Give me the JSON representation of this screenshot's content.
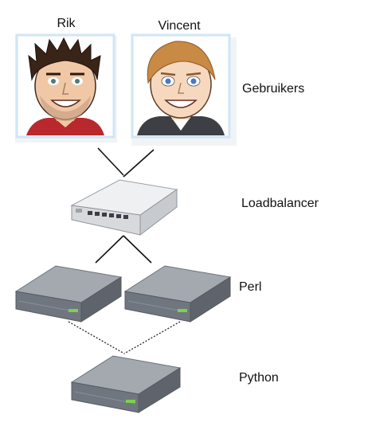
{
  "users": [
    {
      "name": "Rik"
    },
    {
      "name": "Vincent"
    }
  ],
  "labels": {
    "users": "Gebruikers",
    "loadbalancer": "Loadbalancer",
    "perl": "Perl",
    "python": "Python"
  },
  "colors": {
    "frame": "#cfe6f5",
    "server_top": "#9ea3aa",
    "server_front": "#6f747c",
    "led": "#7bd24a",
    "switch_body": "#e9eaec",
    "line": "#111111"
  }
}
